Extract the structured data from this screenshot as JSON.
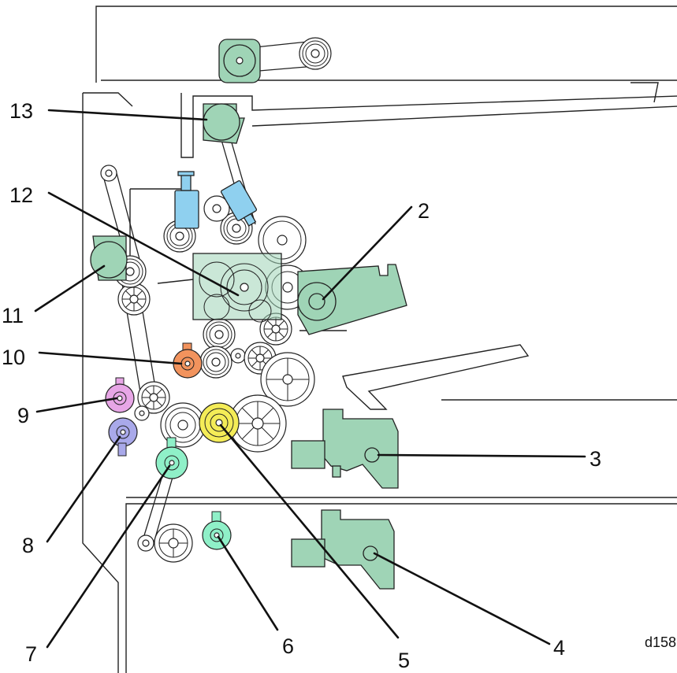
{
  "callouts": {
    "c2": "2",
    "c3": "3",
    "c4": "4",
    "c5": "5",
    "c6": "6",
    "c7": "7",
    "c8": "8",
    "c9": "9",
    "c10": "10",
    "c11": "11",
    "c12": "12",
    "c13": "13"
  },
  "figure_code": "d158",
  "colors": {
    "motor_green": "#9fd4b6",
    "solenoid_blue": "#8fd0ef",
    "clutch_pink": "#e7a6e6",
    "clutch_lavender": "#a9a9ea",
    "clutch_orange": "#f2935d",
    "clutch_yellow": "#f4ec57",
    "clutch_mint": "#8ff0c8"
  }
}
